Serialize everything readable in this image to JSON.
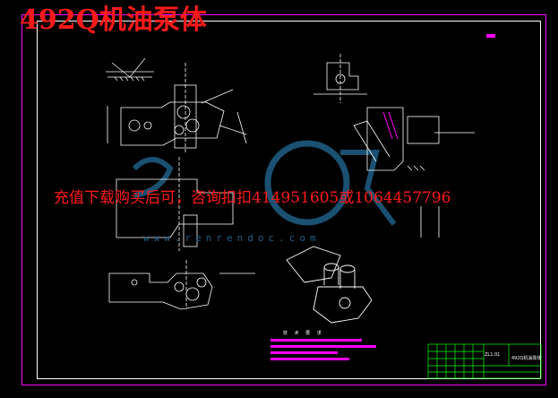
{
  "drawing": {
    "title": "492Q机油泵体",
    "watermark_text": "充值下载购买后可，咨询扣扣414951605或1064457796",
    "watermark_url": "www.renrendoc.com"
  },
  "technical_requirements": {
    "heading": "技 术 要 求"
  },
  "title_block": {
    "part_code": "ZL1.01",
    "part_name": "492Q机油泵体"
  },
  "colors": {
    "background": "#000000",
    "frame_outer": "#ff00ff",
    "frame_inner": "#ffffff",
    "title": "#ff1a1a",
    "watermark_logo": "#1f5e86",
    "title_block_lines": "#00ff00",
    "annotation_bars": "#ff00ff"
  }
}
